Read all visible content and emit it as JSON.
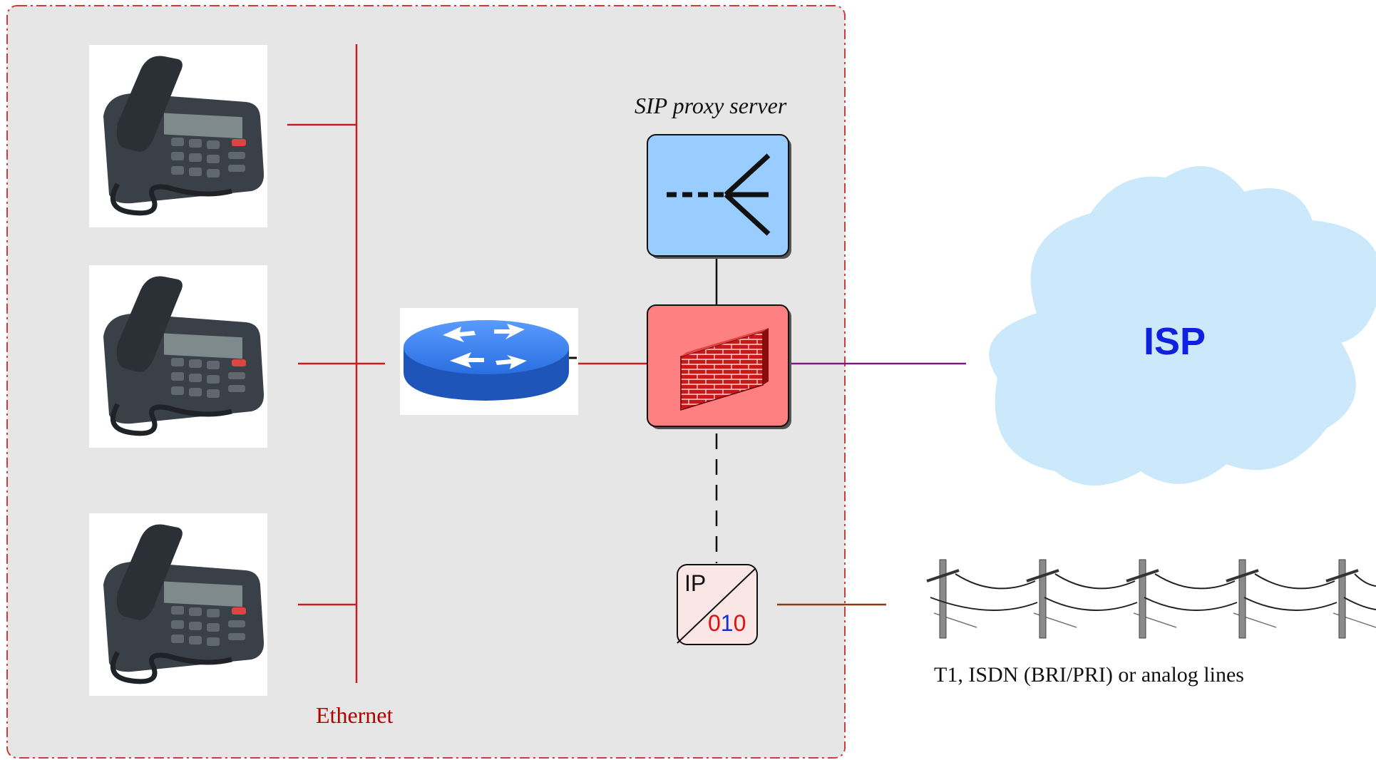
{
  "labels": {
    "sip_proxy_server": "SIP proxy server",
    "ethernet": "Ethernet",
    "isp": "ISP",
    "lines": "T1, ISDN (BRI/PRI) or analog lines",
    "gateway_ip": "IP",
    "gateway_digit_0": "0",
    "gateway_digit_1": "1",
    "gateway_digit_2": "0"
  },
  "nodes": [
    {
      "id": "phone-1",
      "icon": "ip-phone-icon"
    },
    {
      "id": "phone-2",
      "icon": "ip-phone-icon"
    },
    {
      "id": "phone-3",
      "icon": "ip-phone-icon"
    },
    {
      "id": "router",
      "icon": "router-icon"
    },
    {
      "id": "sip-proxy",
      "icon": "sip-proxy-icon"
    },
    {
      "id": "firewall",
      "icon": "firewall-icon"
    },
    {
      "id": "gateway",
      "icon": "voip-gateway-icon"
    },
    {
      "id": "isp",
      "icon": "cloud-icon"
    },
    {
      "id": "telephone-lines",
      "icon": "telephone-poles-icon"
    }
  ],
  "colors": {
    "lan_area": "#e6e6e6",
    "lan_border": "#d23a3a",
    "ethernet": "#c81e1e",
    "proxy_fill": "#99ccff",
    "firewall_fill": "#ff8080",
    "router": "#2a6fe0",
    "cloud": "#cce9fb",
    "isp_text": "#1020e0",
    "isp_link": "#7a1a7a",
    "pstn_link": "#8a3a10"
  }
}
